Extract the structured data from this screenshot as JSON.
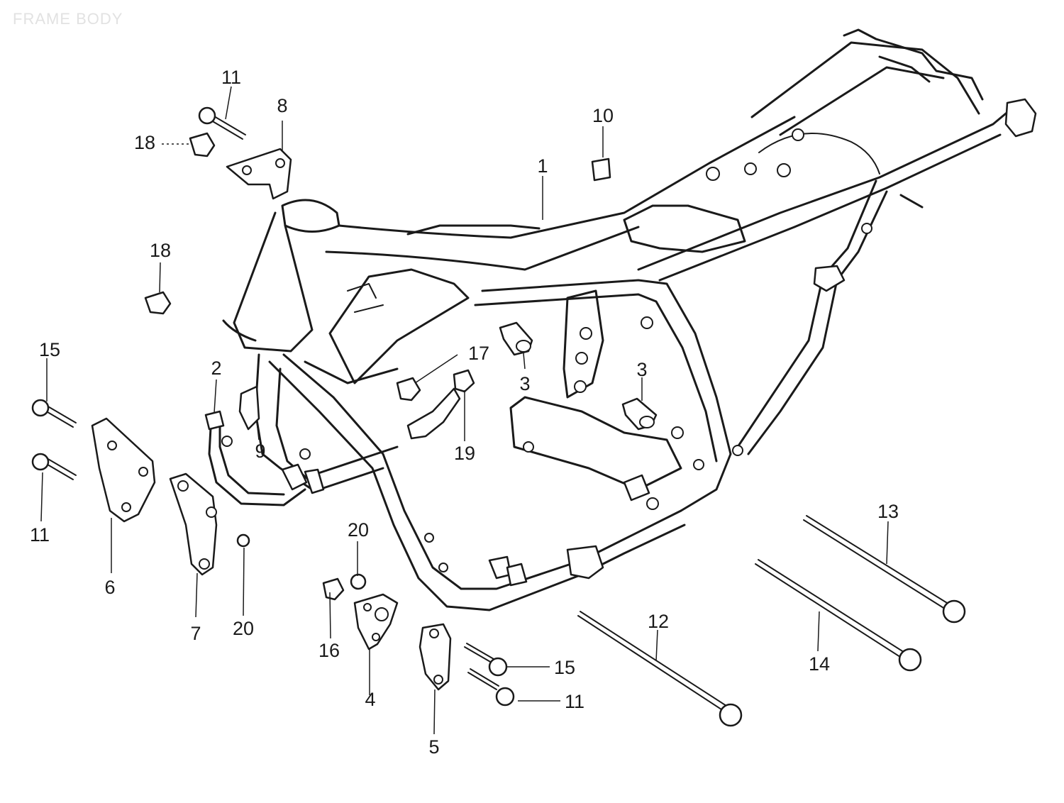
{
  "title": "FRAME BODY",
  "callouts": [
    {
      "id": "c1",
      "label": "1"
    },
    {
      "id": "c2",
      "label": "2"
    },
    {
      "id": "c3a",
      "label": "3"
    },
    {
      "id": "c3b",
      "label": "3"
    },
    {
      "id": "c4",
      "label": "4"
    },
    {
      "id": "c5",
      "label": "5"
    },
    {
      "id": "c6",
      "label": "6"
    },
    {
      "id": "c7",
      "label": "7"
    },
    {
      "id": "c8",
      "label": "8"
    },
    {
      "id": "c9",
      "label": "9"
    },
    {
      "id": "c10",
      "label": "10"
    },
    {
      "id": "c11a",
      "label": "11"
    },
    {
      "id": "c11b",
      "label": "11"
    },
    {
      "id": "c11c",
      "label": "11"
    },
    {
      "id": "c12",
      "label": "12"
    },
    {
      "id": "c13",
      "label": "13"
    },
    {
      "id": "c14",
      "label": "14"
    },
    {
      "id": "c15a",
      "label": "15"
    },
    {
      "id": "c15b",
      "label": "15"
    },
    {
      "id": "c16",
      "label": "16"
    },
    {
      "id": "c17",
      "label": "17"
    },
    {
      "id": "c18a",
      "label": "18"
    },
    {
      "id": "c18b",
      "label": "18"
    },
    {
      "id": "c19",
      "label": "19"
    },
    {
      "id": "c20a",
      "label": "20"
    },
    {
      "id": "c20b",
      "label": "20"
    }
  ]
}
